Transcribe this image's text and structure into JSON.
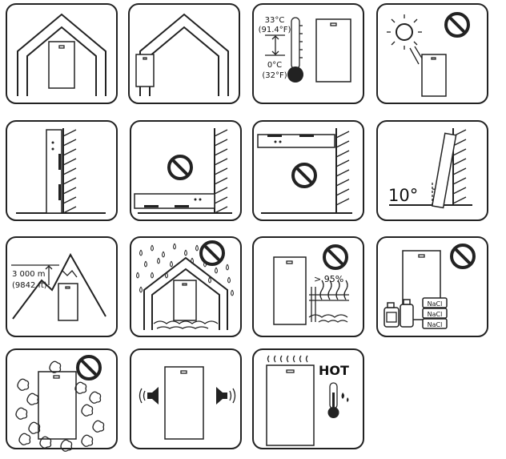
{
  "temperature": {
    "max_c": "33°C",
    "max_f": "(91.4°F)",
    "min_c": "0°C",
    "min_f": "(32°F)"
  },
  "tilt": {
    "angle_label": "10°"
  },
  "altitude": {
    "meters_label": "3 000 m",
    "feet_label": "(9842 ft)"
  },
  "humidity": {
    "label": "> 95%"
  },
  "chemicals": {
    "bag_label": "NaCl"
  },
  "heat": {
    "label": "HOT"
  }
}
